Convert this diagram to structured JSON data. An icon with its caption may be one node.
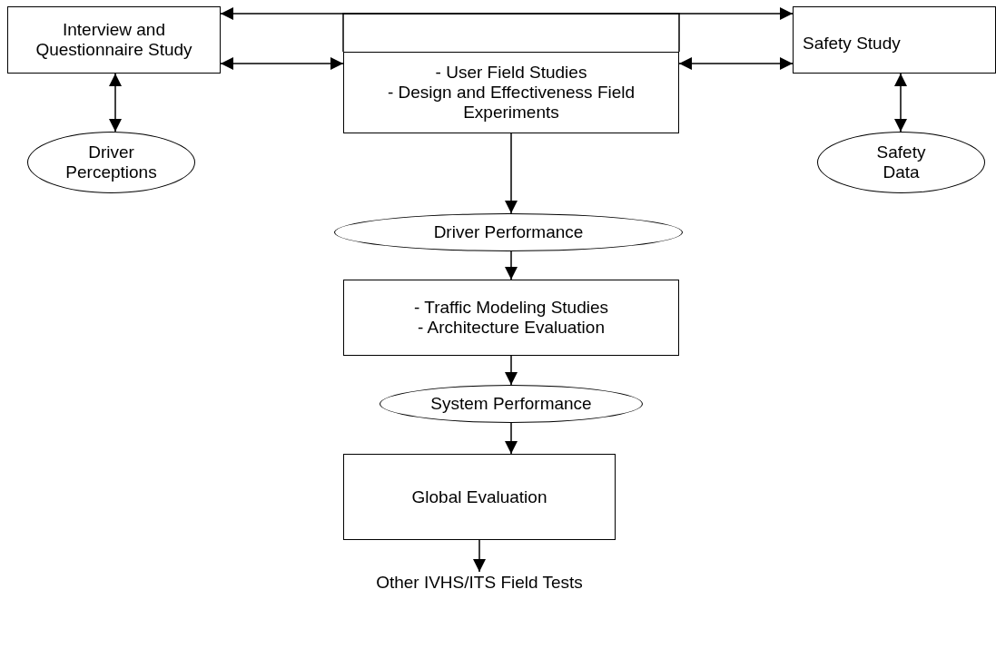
{
  "diagram": {
    "nodes": [
      {
        "text": [
          "Interview and Questionnaire Study"
        ]
      },
      {
        "text": [
          "Safety Study"
        ]
      },
      {
        "text": [
          "- User Field Studies",
          "- Design and Effectiveness Field Experiments"
        ]
      },
      {
        "text": [
          "Driver Perceptions"
        ]
      },
      {
        "text": [
          "Safety Data"
        ]
      },
      {
        "text": [
          "Driver Performance"
        ]
      },
      {
        "text": [
          "- Traffic Modeling Studies",
          "- Architecture Evaluation"
        ]
      },
      {
        "text": [
          "System Performance"
        ]
      },
      {
        "text": [
          "Global Evaluation"
        ]
      },
      {
        "text": [
          "Other IVHS/ITS Field Tests"
        ]
      }
    ],
    "edges": [
      {
        "from": 2,
        "to": 0,
        "arrow": "to"
      },
      {
        "from": 2,
        "to": 1,
        "arrow": "to"
      },
      {
        "from": 0,
        "to": 2,
        "arrow": "both"
      },
      {
        "from": 2,
        "to": 1,
        "arrow": "both"
      },
      {
        "from": 0,
        "to": 3,
        "arrow": "both"
      },
      {
        "from": 1,
        "to": 4,
        "arrow": "both"
      },
      {
        "from": 2,
        "to": 5,
        "arrow": "to"
      },
      {
        "from": 5,
        "to": 6,
        "arrow": "to"
      },
      {
        "from": 6,
        "to": 7,
        "arrow": "to"
      },
      {
        "from": 7,
        "to": 8,
        "arrow": "to"
      },
      {
        "from": 8,
        "to": 9,
        "arrow": "to"
      }
    ]
  }
}
